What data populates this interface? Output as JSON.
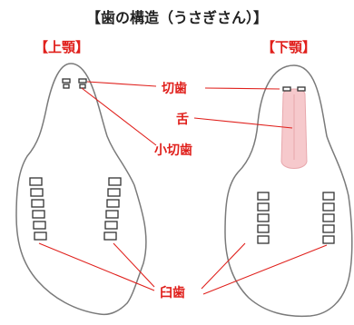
{
  "title": "【歯の構造（うさぎさん）】",
  "labels": {
    "upper_jaw": "【上顎】",
    "lower_jaw": "【下顎】",
    "incisor": "切歯",
    "tongue": "舌",
    "peg_tooth": "小切歯",
    "molar": "臼歯"
  },
  "colors": {
    "accent": "#e0201c",
    "outline": "#7a7a7a",
    "tongue_fill": "#f6c9cc",
    "text": "#222222"
  }
}
